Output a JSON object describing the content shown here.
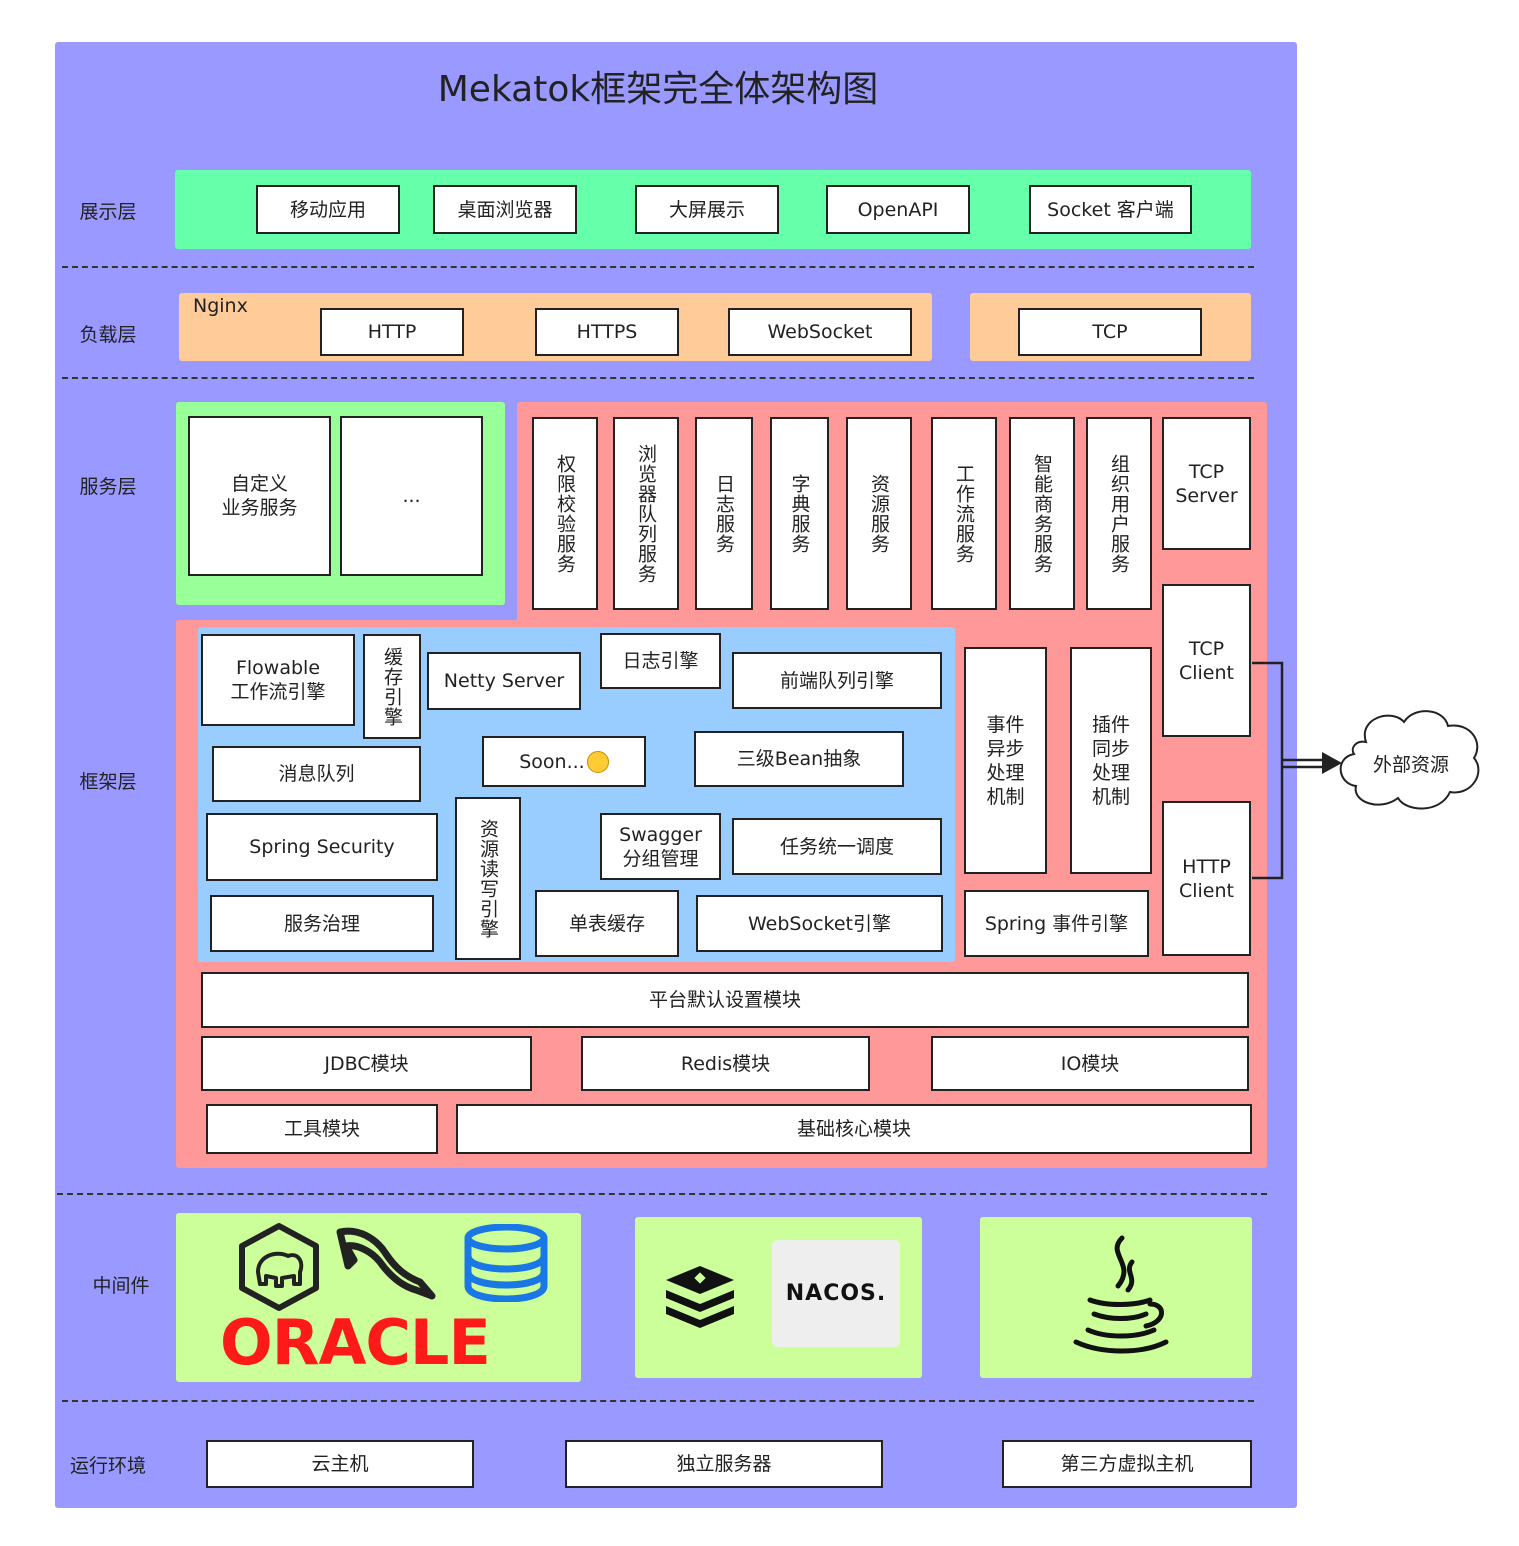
{
  "title": "Mekatok框架完全体架构图",
  "layers": {
    "presentation": "展示层",
    "load": "负载层",
    "service": "服务层",
    "framework": "框架层",
    "middleware": "中间件",
    "runtime": "运行环境"
  },
  "presentation_items": [
    "移动应用",
    "桌面浏览器",
    "大屏展示",
    "OpenAPI",
    "Socket 客户端"
  ],
  "load": {
    "nginx_label": "Nginx",
    "items": [
      "HTTP",
      "HTTPS",
      "WebSocket"
    ],
    "tcp": "TCP"
  },
  "service": {
    "custom": "自定义\n业务服务",
    "ellipsis": "...",
    "vertical": [
      "权限校验服务",
      "浏览器队列服务",
      "日志服务",
      "字典服务",
      "资源服务",
      "工作流服务",
      "智能商务服务",
      "组织用户服务"
    ],
    "tcp_server": "TCP\nServer"
  },
  "framework": {
    "flowable": "Flowable\n工作流引擎",
    "cache_engine": "缓存引擎",
    "netty": "Netty Server",
    "log_engine": "日志引擎",
    "frontend_queue": "前端队列引擎",
    "mq": "消息队列",
    "soon": "Soon...",
    "bean": "三级Bean抽象",
    "spring_security": "Spring Security",
    "resource_rw": "资源读写引擎",
    "swagger": "Swagger\n分组管理",
    "task": "任务统一调度",
    "governance": "服务治理",
    "single_cache": "单表缓存",
    "ws_engine": "WebSocket引擎",
    "event_async": "事件\n异步\n处理\n机制",
    "plugin_sync": "插件\n同步\n处理\n机制",
    "spring_event": "Spring 事件引擎",
    "tcp_client": "TCP\nClient",
    "http_client": "HTTP\nClient",
    "platform_default": "平台默认设置模块",
    "jdbc": "JDBC模块",
    "redis": "Redis模块",
    "io": "IO模块",
    "tools": "工具模块",
    "core": "基础核心模块"
  },
  "external": "外部资源",
  "middleware": {
    "logos": [
      "hadoop-elephant-icon",
      "mysql-dolphin-icon",
      "database-icon",
      "oracle-logo",
      "redis-icon",
      "nacos-logo",
      "java-icon"
    ],
    "oracle_text": "ORACLE",
    "nacos_text": "NACOS."
  },
  "runtime": [
    "云主机",
    "独立服务器",
    "第三方虚拟主机"
  ],
  "colors": {
    "frame": "#9999ff",
    "presentation": "#66ffaa",
    "load": "#ffcc99",
    "custom_service": "#99ff99",
    "framework": "#ff9999",
    "inner_framework": "#99ccff",
    "middleware": "#ccff99"
  }
}
